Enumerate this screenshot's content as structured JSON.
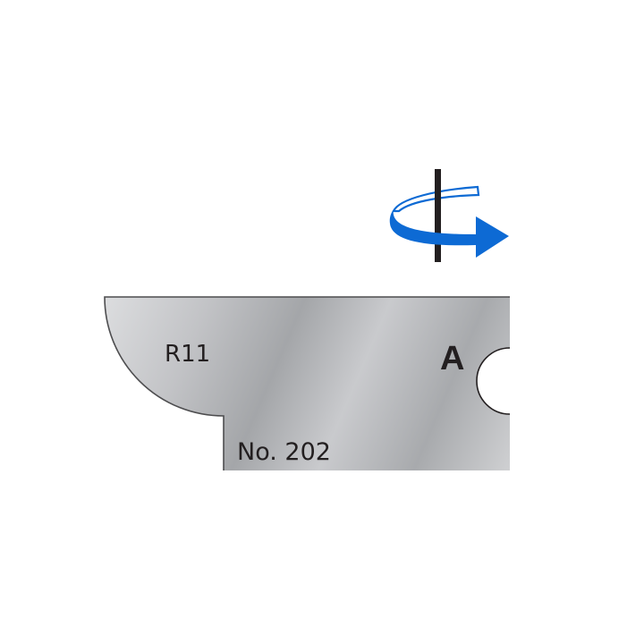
{
  "diagram": {
    "type": "router cutter knife profile",
    "rotation_indicator": {
      "direction": "clockwise arrow around vertical axis, pointing right",
      "axis_color": "#231f20",
      "arrow_color": "#0d6ad4"
    },
    "knife": {
      "radius_label": "R11",
      "side_label": "A",
      "part_number": "No. 202",
      "fill_light": "#d9dadc",
      "fill_dark": "#9a9c9f",
      "outline_color": "#4d4d4f"
    }
  },
  "colors": {
    "background": "#ffffff",
    "text": "#231f20"
  }
}
